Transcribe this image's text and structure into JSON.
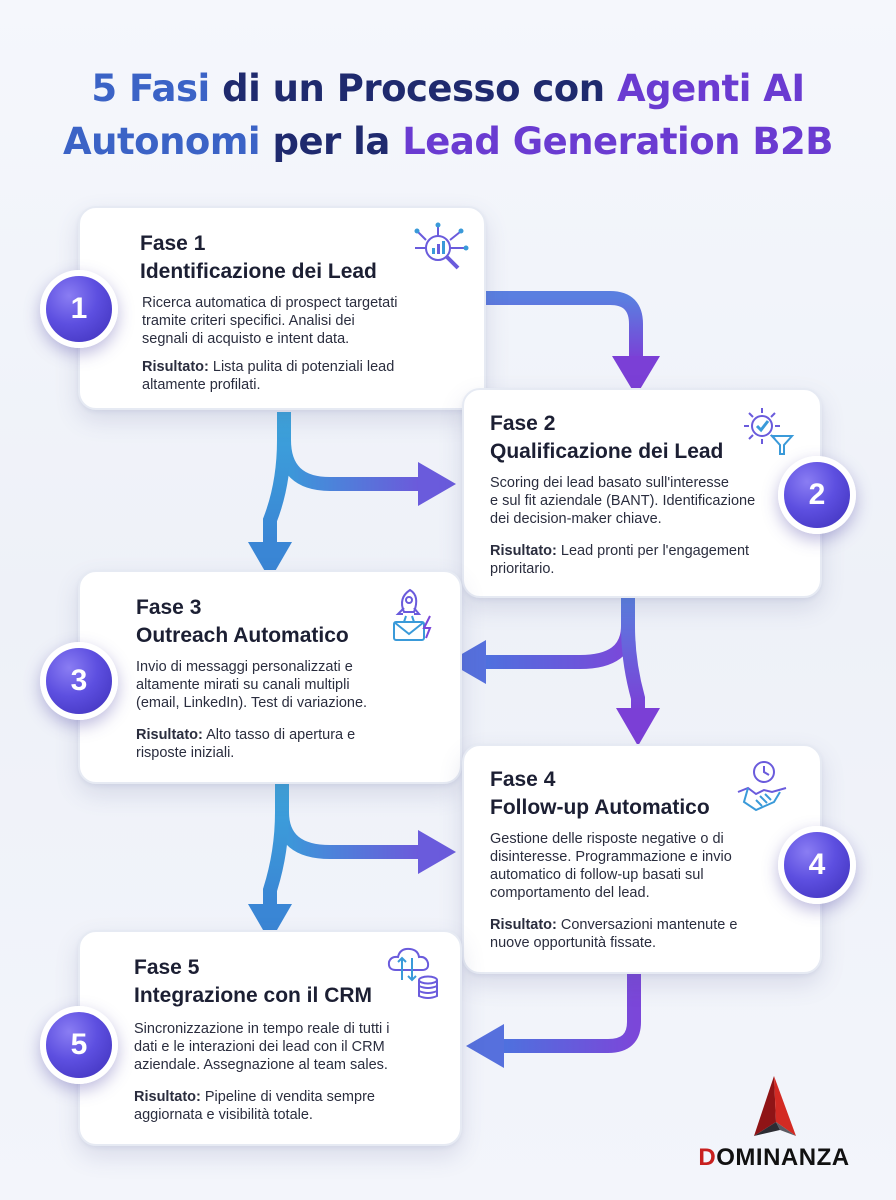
{
  "title": {
    "line1_part1": "5 Fasi",
    "line1_part2": " di un Processo con ",
    "line1_part3": "Agenti AI",
    "line2_part1": "Autonomi",
    "line2_part2": " per la ",
    "line2_part3": "Lead Generation B2B"
  },
  "result_label": "Risultato:",
  "colors": {
    "title_dark": "#1f2a6e",
    "title_blue": "#3b63c6",
    "title_purple": "#6a3bd1",
    "arrow_blue": "#3a9ad9",
    "arrow_purple": "#7b47d9",
    "badge": "#5d4fe0",
    "logo_red": "#c8201f"
  },
  "steps": [
    {
      "number": "1",
      "phase": "Fase 1",
      "name": "Identificazione dei Lead",
      "icon": "analytics-search-icon",
      "description": [
        "Ricerca automatica di prospect targetati",
        "tramite criteri specifici. Analisi dei",
        "segnali di acquisto e intent data."
      ],
      "result": [
        "Lista pulita di potenziali lead",
        "altamente profilati."
      ]
    },
    {
      "number": "2",
      "phase": "Fase 2",
      "name": "Qualificazione dei Lead",
      "icon": "gear-filter-icon",
      "description": [
        "Scoring dei lead basato sull'interesse",
        "e sul fit aziendale (BANT). Identificazione",
        "dei decision-maker chiave."
      ],
      "result": [
        "Lead pronti per l'engagement",
        "prioritario."
      ]
    },
    {
      "number": "3",
      "phase": "Fase 3",
      "name": "Outreach Automatico",
      "icon": "rocket-mail-icon",
      "description": [
        "Invio di messaggi personalizzati e",
        "altamente mirati su canali multipli",
        "(email, LinkedIn). Test di variazione."
      ],
      "result": [
        "Alto tasso di apertura e",
        "risposte iniziali."
      ]
    },
    {
      "number": "4",
      "phase": "Fase 4",
      "name": "Follow-up Automatico",
      "icon": "clock-handshake-icon",
      "description": [
        "Gestione delle risposte negative o di",
        "disinteresse. Programmazione e invio",
        "automatico di follow-up basati sul",
        "comportamento del lead."
      ],
      "result": [
        "Conversazioni mantenute e",
        "nuove opportunità fissate."
      ]
    },
    {
      "number": "5",
      "phase": "Fase 5",
      "name": "Integrazione con il CRM",
      "icon": "cloud-database-icon",
      "description": [
        "Sincronizzazione in tempo reale di tutti i",
        "dati e le interazioni dei lead con il CRM",
        "aziendale. Assegnazione al team sales."
      ],
      "result": [
        "Pipeline di vendita sempre",
        "aggiornata e visibilità totale."
      ]
    }
  ],
  "logo": {
    "d": "D",
    "rest": "OMINANZA"
  }
}
